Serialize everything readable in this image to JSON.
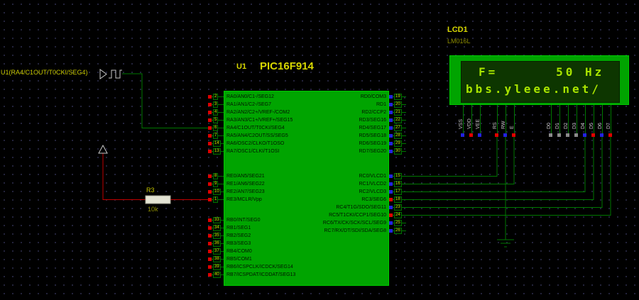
{
  "colors": {
    "background": "#000000",
    "grid_dot": "#262640",
    "component_body_green": "#00a400",
    "wire_green": "#007800",
    "wire_red": "#c00000",
    "label_yellow": "#d8d800",
    "value_olive": "#8f8f00",
    "pin_number_yellow": "#d0d000",
    "state_high_red": "#e00000",
    "state_low_blue": "#2222e0",
    "state_float_gray": "#8a8a8a",
    "lcd_screen_bg": "#0d3600",
    "lcd_screen_text": "#a8e400"
  },
  "net_label": {
    "text": "U1(RA4/C1OUT/T0CKI/SEG4)"
  },
  "chip": {
    "ref": "U1",
    "part": "PIC16F914",
    "pins_left_a": [
      {
        "num": "2",
        "name": "RA0/AN0/C1-/SEG12",
        "state": "red"
      },
      {
        "num": "3",
        "name": "RA1/AN1/C2-/SEG7",
        "state": "red"
      },
      {
        "num": "4",
        "name": "RA2/AN2/C2+/VREF-/COM2",
        "state": "red"
      },
      {
        "num": "5",
        "name": "RA3/AN3/C1+/VREF+/SEG15",
        "state": "red"
      },
      {
        "num": "6",
        "name": "RA4/C1OUT/T0CKI/SEG4",
        "state": "red"
      },
      {
        "num": "7",
        "name": "RA5/AN4/C2OUT/SS/SEG5",
        "state": "red"
      },
      {
        "num": "14",
        "name": "RA6/OSC2/CLKO/T1OSO",
        "state": "red"
      },
      {
        "num": "13",
        "name": "RA7/OSC1/CLKI/T1OSI",
        "state": "red"
      }
    ],
    "pins_left_b": [
      {
        "num": "8",
        "name": "RE0/AN5/SEG21",
        "state": "red"
      },
      {
        "num": "9",
        "name": "RE1/AN6/SEG22",
        "state": "red"
      },
      {
        "num": "10",
        "name": "RE2/AN7/SEG23",
        "state": "red"
      },
      {
        "num": "1",
        "name": "RE3/MCLR/Vpp",
        "state": "red"
      }
    ],
    "pins_left_c": [
      {
        "num": "33",
        "name": "RB0/INT/SEG0",
        "state": "red"
      },
      {
        "num": "34",
        "name": "RB1/SEG1",
        "state": "red"
      },
      {
        "num": "35",
        "name": "RB2/SEG2",
        "state": "red"
      },
      {
        "num": "36",
        "name": "RB3/SEG3",
        "state": "red"
      },
      {
        "num": "37",
        "name": "RB4/COM0",
        "state": "red"
      },
      {
        "num": "38",
        "name": "RB5/COM1",
        "state": "red"
      },
      {
        "num": "39",
        "name": "RB6/ICSPCLK/ICDCK/SEG14",
        "state": "red"
      },
      {
        "num": "40",
        "name": "RB7/ICSPDAT/ICDDAT/SEG13",
        "state": "red"
      }
    ],
    "pins_right_a": [
      {
        "num": "19",
        "name": "RD0/COM3",
        "state": "blue"
      },
      {
        "num": "20",
        "name": "RD1",
        "state": "blue"
      },
      {
        "num": "21",
        "name": "RD2/CCP2",
        "state": "blue"
      },
      {
        "num": "22",
        "name": "RD3/SEG16",
        "state": "blue"
      },
      {
        "num": "27",
        "name": "RD4/SEG17",
        "state": "blue"
      },
      {
        "num": "28",
        "name": "RD5/SEG18",
        "state": "blue"
      },
      {
        "num": "29",
        "name": "RD6/SEG19",
        "state": "blue"
      },
      {
        "num": "30",
        "name": "RD7/SEG20",
        "state": "blue"
      }
    ],
    "pins_right_b": [
      {
        "num": "15",
        "name": "RC0/VLCD1",
        "state": "blue"
      },
      {
        "num": "16",
        "name": "RC1/VLCD2",
        "state": "blue"
      },
      {
        "num": "17",
        "name": "RC2/VLCD3",
        "state": "blue"
      },
      {
        "num": "18",
        "name": "RC3/SEG6",
        "state": "red"
      },
      {
        "num": "23",
        "name": "RC4/T1G/SDO/SEG11",
        "state": "blue"
      },
      {
        "num": "24",
        "name": "RC5/T1CKI/CCP1/SEG10",
        "state": "red"
      },
      {
        "num": "25",
        "name": "RC6/TX/CK/SCK/SCL/SEG9",
        "state": "blue"
      },
      {
        "num": "26",
        "name": "RC7/RX/DT/SDI/SDA/SEG8",
        "state": "blue"
      }
    ]
  },
  "resistor": {
    "ref": "R3",
    "value": "10k"
  },
  "lcd": {
    "ref": "LCD1",
    "part": "LM016L",
    "display": {
      "line1": "F=      50 Hz",
      "line2": "bbs.yleee.net/"
    },
    "pins": [
      {
        "label": "VSS",
        "state": "blue"
      },
      {
        "label": "VDD",
        "state": "red"
      },
      {
        "label": "VEE",
        "state": "blue"
      },
      {
        "label": "RS",
        "state": "red"
      },
      {
        "label": "RW",
        "state": "blue"
      },
      {
        "label": "E",
        "state": "red"
      },
      {
        "label": "D0",
        "state": "gray"
      },
      {
        "label": "D1",
        "state": "gray"
      },
      {
        "label": "D2",
        "state": "gray"
      },
      {
        "label": "D3",
        "state": "gray"
      },
      {
        "label": "D4",
        "state": "blue"
      },
      {
        "label": "D5",
        "state": "red"
      },
      {
        "label": "D6",
        "state": "blue"
      },
      {
        "label": "D7",
        "state": "red"
      }
    ]
  }
}
